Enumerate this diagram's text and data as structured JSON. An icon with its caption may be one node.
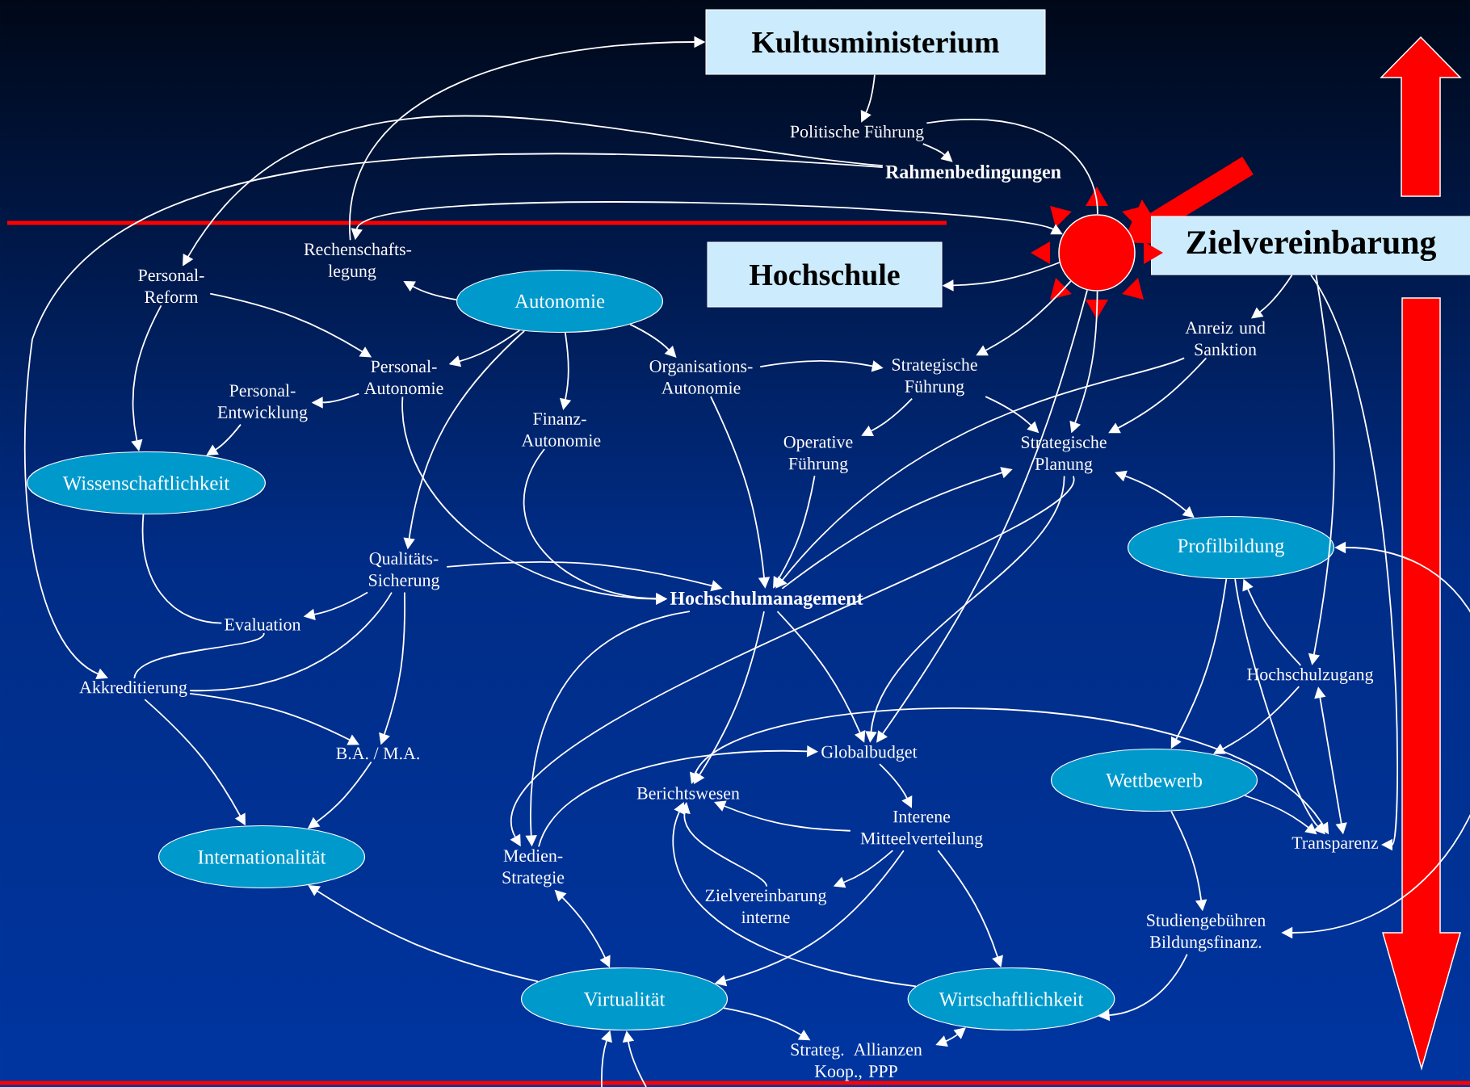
{
  "diagram": {
    "nodes": [
      {
        "text": [
          "Kultusministerium"
        ]
      },
      {
        "text": [
          "Politische Führung"
        ]
      },
      {
        "text": [
          "Rahmenbedingungen"
        ]
      },
      {
        "text": [
          "Hochschule"
        ]
      },
      {
        "text": [
          "Zielvereinbarung"
        ]
      },
      {
        "text": [],
        "shape": "circle"
      },
      {
        "text": [
          "Rechenschafts-legung"
        ]
      },
      {
        "text": [
          "Personal-Reform"
        ]
      },
      {
        "text": [
          "Autonomie"
        ]
      },
      {
        "text": [
          "Personal-Autonomie"
        ]
      },
      {
        "text": [
          "Personal-Entwicklung"
        ]
      },
      {
        "text": [
          "Finanz-Autonomie"
        ]
      },
      {
        "text": [
          "Organisations-Autonomie"
        ]
      },
      {
        "text": [
          "Strategische Führung"
        ]
      },
      {
        "text": [
          "Anreiz und Sanktion"
        ]
      },
      {
        "text": [
          "Operative Führung"
        ]
      },
      {
        "text": [
          "Strategische Planung"
        ]
      },
      {
        "text": [
          "Wissenschaftlichkeit"
        ]
      },
      {
        "text": [
          "Profilbildung"
        ]
      },
      {
        "text": [
          "Qualitäts-Sicherung"
        ]
      },
      {
        "text": [
          "Hochschulmanagement"
        ]
      },
      {
        "text": [
          "Evaluation"
        ]
      },
      {
        "text": [
          "Akkreditierung"
        ]
      },
      {
        "text": [
          "Hochschulzugang"
        ]
      },
      {
        "text": [
          "B.A. / M.A."
        ]
      },
      {
        "text": [
          "Globalbudget"
        ]
      },
      {
        "text": [
          "Wettbewerb"
        ]
      },
      {
        "text": [
          "Berichtswesen"
        ]
      },
      {
        "text": [
          "Internationalität"
        ]
      },
      {
        "text": [
          "Medien-Strategie"
        ]
      },
      {
        "text": [
          "Interene Mitteelverteilung"
        ]
      },
      {
        "text": [
          "Transparenz"
        ]
      },
      {
        "text": [
          "Zielvereinbarung interne"
        ]
      },
      {
        "text": [
          "Studiengebühren Bildungsfinanz."
        ]
      },
      {
        "text": [
          "Virtualität"
        ]
      },
      {
        "text": [
          "Wirtschaftlichkeit"
        ]
      },
      {
        "text": [
          "Strateg. Allianzen Koop., PPP"
        ]
      }
    ],
    "edges": [
      {
        "from": 6,
        "to": 0,
        "arrow": "to"
      },
      {
        "from": 0,
        "to": 1,
        "arrow": "to"
      },
      {
        "from": 1,
        "to": 2,
        "arrow": "to"
      },
      {
        "from": 1,
        "to": 5,
        "arrow": "none"
      },
      {
        "from": 2,
        "to": 7,
        "arrow": "to"
      },
      {
        "from": 2,
        "to": 22,
        "arrow": "to"
      },
      {
        "from": 5,
        "to": 6,
        "arrow": "both"
      },
      {
        "from": 5,
        "to": 3,
        "arrow": "to"
      },
      {
        "from": 8,
        "to": 6,
        "arrow": "to"
      },
      {
        "from": 8,
        "to": 9,
        "arrow": "to"
      },
      {
        "from": 8,
        "to": 11,
        "arrow": "to"
      },
      {
        "from": 8,
        "to": 12,
        "arrow": "to"
      },
      {
        "from": 8,
        "to": 19,
        "arrow": "to"
      },
      {
        "from": 7,
        "to": 9,
        "arrow": "to"
      },
      {
        "from": 7,
        "to": 17,
        "arrow": "to"
      },
      {
        "from": 9,
        "to": 10,
        "arrow": "to"
      },
      {
        "from": 10,
        "to": 17,
        "arrow": "to"
      },
      {
        "from": 12,
        "to": 13,
        "arrow": "to"
      },
      {
        "from": 5,
        "to": 13,
        "arrow": "to"
      },
      {
        "from": 13,
        "to": 15,
        "arrow": "to"
      },
      {
        "from": 13,
        "to": 16,
        "arrow": "to"
      },
      {
        "from": 4,
        "to": 14,
        "arrow": "to"
      },
      {
        "from": 14,
        "to": 16,
        "arrow": "to"
      },
      {
        "from": 14,
        "to": 20,
        "arrow": "to"
      },
      {
        "from": 5,
        "to": 16,
        "arrow": "to"
      },
      {
        "from": 16,
        "to": 18,
        "arrow": "both"
      },
      {
        "from": 15,
        "to": 20,
        "arrow": "to"
      },
      {
        "from": 20,
        "to": 16,
        "arrow": "to"
      },
      {
        "from": 9,
        "to": 20,
        "arrow": "to"
      },
      {
        "from": 11,
        "to": 20,
        "arrow": "to"
      },
      {
        "from": 12,
        "to": 20,
        "arrow": "to"
      },
      {
        "from": 19,
        "to": 20,
        "arrow": "to"
      },
      {
        "from": 19,
        "to": 21,
        "arrow": "to"
      },
      {
        "from": 19,
        "to": 24,
        "arrow": "to"
      },
      {
        "from": 22,
        "to": 19,
        "arrow": "none"
      },
      {
        "from": 17,
        "to": 21,
        "arrow": "none"
      },
      {
        "from": 21,
        "to": 22,
        "arrow": "none"
      },
      {
        "from": 22,
        "to": 24,
        "arrow": "to"
      },
      {
        "from": 22,
        "to": 28,
        "arrow": "to"
      },
      {
        "from": 24,
        "to": 28,
        "arrow": "to"
      },
      {
        "from": 20,
        "to": 29,
        "arrow": "to"
      },
      {
        "from": 20,
        "to": 27,
        "arrow": "to"
      },
      {
        "from": 20,
        "to": 25,
        "arrow": "to"
      },
      {
        "from": 16,
        "to": 25,
        "arrow": "to"
      },
      {
        "from": 16,
        "to": 29,
        "arrow": "to"
      },
      {
        "from": 5,
        "to": 25,
        "arrow": "to"
      },
      {
        "from": 4,
        "to": 23,
        "arrow": "to"
      },
      {
        "from": 4,
        "to": 31,
        "arrow": "to"
      },
      {
        "from": 18,
        "to": 33,
        "arrow": "both"
      },
      {
        "from": 23,
        "to": 18,
        "arrow": "to"
      },
      {
        "from": 23,
        "to": 31,
        "arrow": "both"
      },
      {
        "from": 23,
        "to": 26,
        "arrow": "to"
      },
      {
        "from": 18,
        "to": 26,
        "arrow": "to"
      },
      {
        "from": 18,
        "to": 31,
        "arrow": "to"
      },
      {
        "from": 26,
        "to": 31,
        "arrow": "to"
      },
      {
        "from": 26,
        "to": 33,
        "arrow": "to"
      },
      {
        "from": 33,
        "to": 35,
        "arrow": "to"
      },
      {
        "from": 29,
        "to": 25,
        "arrow": "to"
      },
      {
        "from": 27,
        "to": 31,
        "arrow": "both"
      },
      {
        "from": 25,
        "to": 30,
        "arrow": "to"
      },
      {
        "from": 30,
        "to": 27,
        "arrow": "to"
      },
      {
        "from": 30,
        "to": 32,
        "arrow": "to"
      },
      {
        "from": 30,
        "to": 34,
        "arrow": "to"
      },
      {
        "from": 30,
        "to": 35,
        "arrow": "to"
      },
      {
        "from": 32,
        "to": 27,
        "arrow": "to"
      },
      {
        "from": 35,
        "to": 27,
        "arrow": "to"
      },
      {
        "from": 29,
        "to": 34,
        "arrow": "both"
      },
      {
        "from": 34,
        "to": 28,
        "arrow": "to"
      },
      {
        "from": 34,
        "to": 36,
        "arrow": "to"
      },
      {
        "from": 35,
        "to": 36,
        "arrow": "both"
      },
      {
        "from": null,
        "to": 34,
        "arrow": "to"
      },
      {
        "from": null,
        "to": 34,
        "arrow": "to"
      }
    ]
  }
}
